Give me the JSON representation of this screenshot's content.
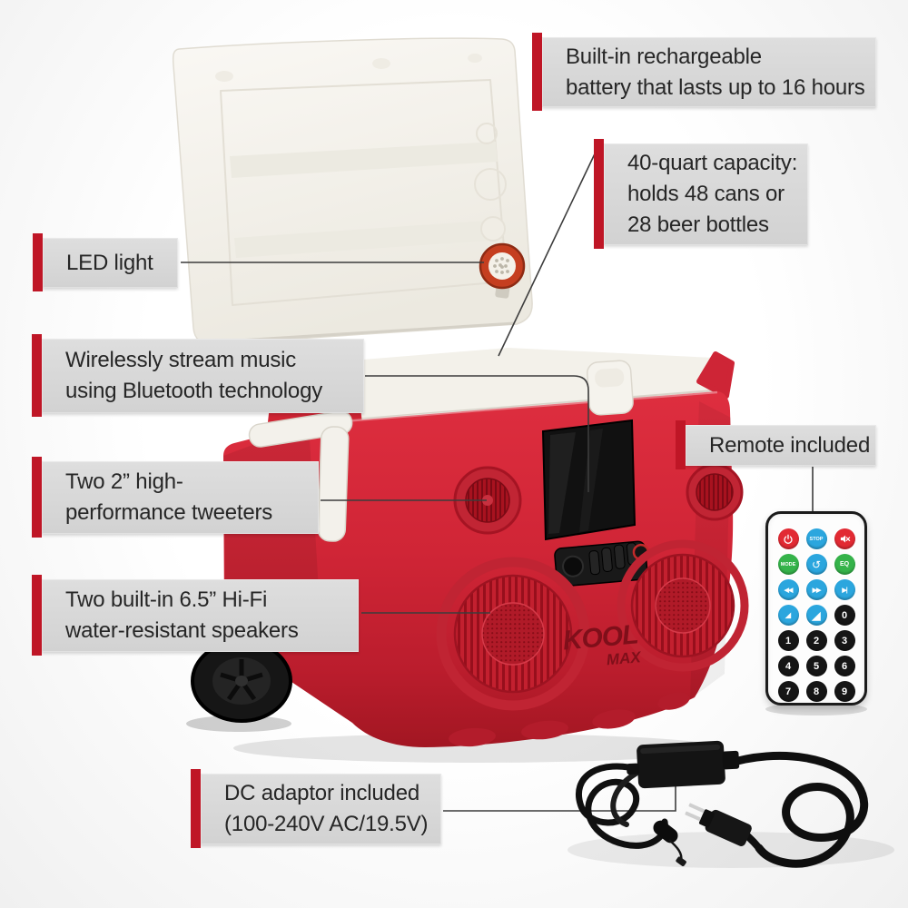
{
  "labels": {
    "battery": {
      "lines": [
        "Built-in rechargeable",
        "battery that lasts up to 16 hours"
      ]
    },
    "capacity": {
      "lines": [
        "40-quart capacity:",
        "holds 48 cans or",
        "28 beer bottles"
      ]
    },
    "led": {
      "lines": [
        "LED light"
      ]
    },
    "wireless": {
      "lines": [
        "Wirelessly stream music",
        "using Bluetooth technology"
      ]
    },
    "tweeters": {
      "lines": [
        "Two 2” high-",
        "performance tweeters"
      ]
    },
    "speakers": {
      "lines": [
        "Two built-in 6.5” Hi-Fi",
        "water-resistant speakers"
      ]
    },
    "remote": {
      "lines": [
        "Remote included"
      ]
    },
    "adaptor": {
      "lines": [
        "DC adaptor included",
        "(100-240V AC/19.5V)"
      ]
    }
  },
  "product": {
    "logo": {
      "line1": "KOOL",
      "line2": "MAX"
    }
  },
  "colors": {
    "accent_bar": "#bf1626",
    "label_bg": "#d6d6d6",
    "cooler_red": "#d2293a",
    "lid_white": "#f6f4ef",
    "remote_red": "#e22a33",
    "remote_blue": "#2ba6de",
    "remote_green": "#35b34a",
    "remote_black": "#161616"
  },
  "remote": {
    "buttons": [
      {
        "name": "power",
        "color": "red",
        "icon": "power-icon",
        "label": ""
      },
      {
        "name": "stop",
        "color": "blue",
        "label": "STOP",
        "cls": "txt-xs"
      },
      {
        "name": "mute",
        "color": "red",
        "icon": "mute-icon",
        "label": ""
      },
      {
        "name": "mode",
        "color": "green",
        "label": "MODE",
        "cls": "txt-xs"
      },
      {
        "name": "repeat",
        "color": "blue",
        "label": "↺",
        "cls": "txt-md"
      },
      {
        "name": "eq",
        "color": "green",
        "label": "EQ",
        "cls": "txt-sm"
      },
      {
        "name": "prev-track",
        "color": "blue",
        "label": "◀◀",
        "cls": "txt-arrow"
      },
      {
        "name": "fast-forward",
        "color": "blue",
        "label": "▶▶",
        "cls": "txt-arrow"
      },
      {
        "name": "play-pause",
        "color": "blue",
        "label": "▶|",
        "cls": "txt-arrow"
      },
      {
        "name": "vol-down",
        "color": "blue",
        "label": "◢",
        "cls": "txt-wedge-sm"
      },
      {
        "name": "vol-up",
        "color": "blue",
        "label": "◢",
        "cls": "txt-wedge"
      },
      {
        "name": "digit-0",
        "color": "black",
        "label": "0",
        "cls": "txt-num"
      },
      {
        "name": "digit-1",
        "color": "black",
        "label": "1",
        "cls": "txt-num"
      },
      {
        "name": "digit-2",
        "color": "black",
        "label": "2",
        "cls": "txt-num"
      },
      {
        "name": "digit-3",
        "color": "black",
        "label": "3",
        "cls": "txt-num"
      },
      {
        "name": "digit-4",
        "color": "black",
        "label": "4",
        "cls": "txt-num"
      },
      {
        "name": "digit-5",
        "color": "black",
        "label": "5",
        "cls": "txt-num"
      },
      {
        "name": "digit-6",
        "color": "black",
        "label": "6",
        "cls": "txt-num"
      },
      {
        "name": "digit-7",
        "color": "black",
        "label": "7",
        "cls": "txt-num"
      },
      {
        "name": "digit-8",
        "color": "black",
        "label": "8",
        "cls": "txt-num"
      },
      {
        "name": "digit-9",
        "color": "black",
        "label": "9",
        "cls": "txt-num"
      }
    ]
  }
}
